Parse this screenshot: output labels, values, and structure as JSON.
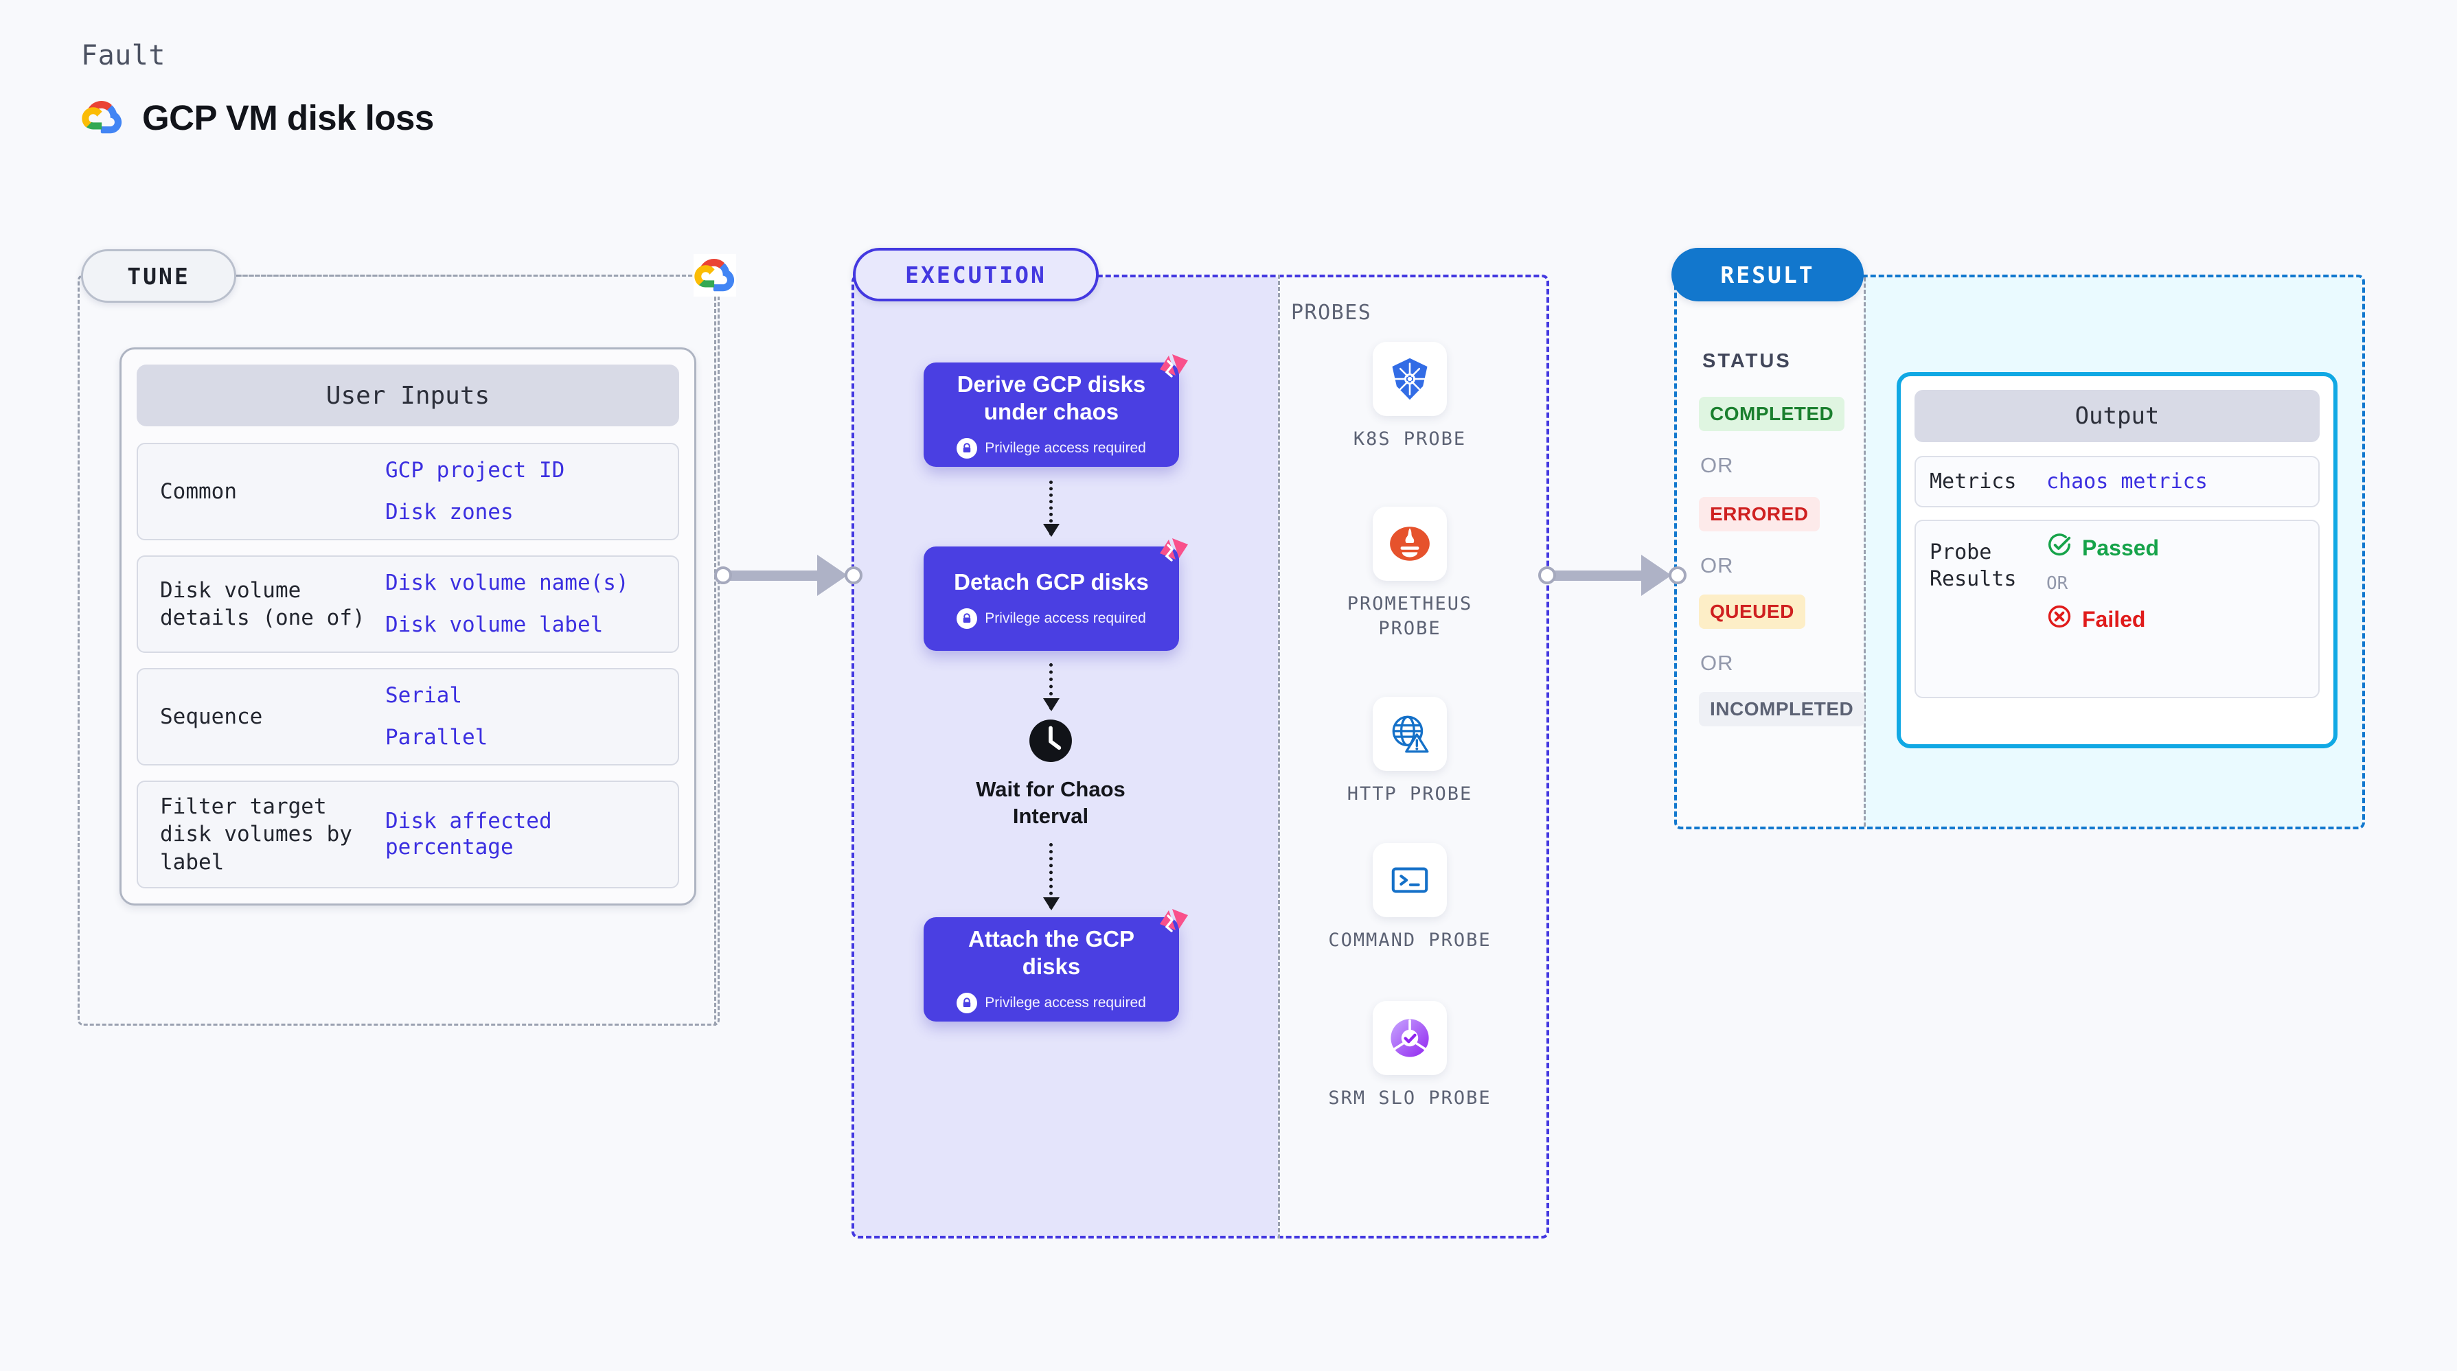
{
  "header": {
    "kicker": "Fault",
    "title": "GCP VM disk loss",
    "logo_icon": "gcp-logo-icon"
  },
  "colors": {
    "accent_indigo": "#4a3fe2",
    "accent_blue": "#1277cd",
    "accent_cyan": "#10a8e4",
    "fault_pink": "#f9508b",
    "link_blue": "#3b2fe0",
    "status_completed": "#1a7f2e",
    "status_errored": "#cf2020",
    "status_queued": "#cf2020",
    "status_incompleted": "#5c6274"
  },
  "tune": {
    "label": "TUNE",
    "provider_icon": "gcp-logo-icon",
    "inputs_card": {
      "title": "User Inputs",
      "rows": [
        {
          "label": "Common",
          "values": [
            "GCP project ID",
            "Disk zones"
          ]
        },
        {
          "label": "Disk volume details (one of)",
          "values": [
            "Disk volume name(s)",
            "Disk volume label"
          ]
        },
        {
          "label": "Sequence",
          "values": [
            "Serial",
            "Parallel"
          ]
        },
        {
          "label": "Filter target disk volumes by label",
          "values": [
            "Disk affected percentage"
          ]
        }
      ]
    }
  },
  "execution": {
    "label": "EXECUTION",
    "steps": [
      {
        "title": "Derive GCP disks under chaos",
        "privilege": "Privilege access required",
        "privilege_icon": "lock-icon",
        "fault_icon": "chaos-fault-icon"
      },
      {
        "title": "Detach GCP disks",
        "privilege": "Privilege access required",
        "privilege_icon": "lock-icon",
        "fault_icon": "chaos-fault-icon"
      },
      {
        "title": "Attach the GCP disks",
        "privilege": "Privilege access required",
        "privilege_icon": "lock-icon",
        "fault_icon": "chaos-fault-icon"
      }
    ],
    "wait_node": {
      "label": "Wait for Chaos Interval",
      "icon": "clock-icon"
    },
    "probes": {
      "title": "PROBES",
      "items": [
        {
          "name": "K8S PROBE",
          "icon": "kubernetes-icon"
        },
        {
          "name": "PROMETHEUS PROBE",
          "icon": "prometheus-icon"
        },
        {
          "name": "HTTP PROBE",
          "icon": "http-globe-icon"
        },
        {
          "name": "COMMAND PROBE",
          "icon": "terminal-icon"
        },
        {
          "name": "SRM SLO PROBE",
          "icon": "srm-slo-icon"
        }
      ]
    }
  },
  "result": {
    "label": "RESULT",
    "status_title": "STATUS",
    "or_text": "OR",
    "statuses": [
      {
        "text": "COMPLETED",
        "color": "#1a7f2e",
        "bg": "#dff5e1"
      },
      {
        "text": "ERRORED",
        "color": "#cf2020",
        "bg": "#fdeaea"
      },
      {
        "text": "QUEUED",
        "color": "#cf2020",
        "bg": "#fdeec7"
      },
      {
        "text": "INCOMPLETED",
        "color": "#5c6274",
        "bg": "#eef0f5"
      }
    ],
    "output_card": {
      "title": "Output",
      "metrics_label": "Metrics",
      "metrics_value": "chaos metrics",
      "probe_results_label": "Probe Results",
      "passed_text": "Passed",
      "failed_text": "Failed",
      "or_text": "OR",
      "passed_icon": "check-circle-icon",
      "failed_icon": "x-circle-icon"
    }
  }
}
